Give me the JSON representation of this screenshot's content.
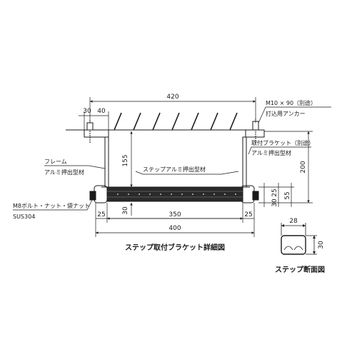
{
  "dimensions": {
    "top_total": "420",
    "top_left_a": "30",
    "top_left_b": "40",
    "left_height": "155",
    "right_height": "200",
    "right_inner_a": "30",
    "right_inner_b": "25",
    "right_inner_c": "55",
    "bottom_left_gap": "25",
    "bottom_left_low": "30",
    "bottom_center": "350",
    "bottom_right_gap": "25",
    "bottom_total": "400",
    "section_width": "28",
    "section_height": "30"
  },
  "labels": {
    "anchor_line1": "M10 × 90（別途）",
    "anchor_line2": "打込用アンカー",
    "bracket_line1": "取付ブラケット（別途）",
    "bracket_line2": "アルミ押出型材",
    "frame_line1": "フレーム",
    "frame_line2": "アルミ押出型材",
    "step_label": "ステップアルミ押出型材",
    "bolt_line1": "M8ボルト・ナット・袋ナット",
    "bolt_line2": "SUS304"
  },
  "captions": {
    "main": "ステップ取付ブラケット詳細図",
    "section": "ステップ断面図"
  },
  "colors": {
    "line": "#1a1a1a",
    "step_fill": "#2a2a2a"
  }
}
